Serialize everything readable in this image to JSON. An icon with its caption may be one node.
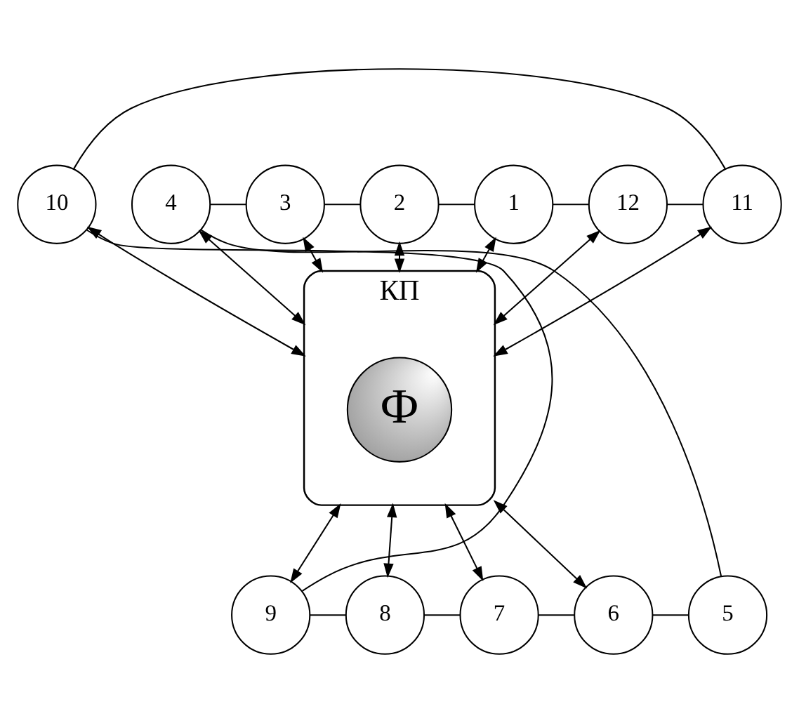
{
  "diagram": {
    "nodes": [
      {
        "text": [
          "КП"
        ]
      },
      {
        "text": [
          "Ф"
        ],
        "in": 0
      },
      {
        "text": [
          "1"
        ]
      },
      {
        "text": [
          "2"
        ]
      },
      {
        "text": [
          "3"
        ]
      },
      {
        "text": [
          "4"
        ]
      },
      {
        "text": [
          "5"
        ]
      },
      {
        "text": [
          "6"
        ]
      },
      {
        "text": [
          "7"
        ]
      },
      {
        "text": [
          "8"
        ]
      },
      {
        "text": [
          "9"
        ]
      },
      {
        "text": [
          "10"
        ]
      },
      {
        "text": [
          "11"
        ]
      },
      {
        "text": [
          "12"
        ]
      }
    ],
    "edges": [
      {
        "from": 2,
        "to": 0,
        "arrow": "both"
      },
      {
        "from": 3,
        "to": 0,
        "arrow": "both"
      },
      {
        "from": 4,
        "to": 0,
        "arrow": "both"
      },
      {
        "from": 0,
        "to": 5,
        "arrow": "both"
      },
      {
        "from": 0,
        "to": 7,
        "arrow": "both"
      },
      {
        "from": 0,
        "to": 8,
        "arrow": "both"
      },
      {
        "from": 0,
        "to": 9,
        "arrow": "both"
      },
      {
        "from": 0,
        "to": 10,
        "arrow": "both"
      },
      {
        "from": 11,
        "to": 0,
        "arrow": "both"
      },
      {
        "from": 12,
        "to": 0,
        "arrow": "both"
      },
      {
        "from": 13,
        "to": 0,
        "arrow": "both"
      },
      {
        "from": 2,
        "to": 3,
        "arrow": "none"
      },
      {
        "from": 3,
        "to": 4,
        "arrow": "none"
      },
      {
        "from": 4,
        "to": 5,
        "arrow": "none"
      },
      {
        "from": 5,
        "to": 6,
        "arrow": "none"
      },
      {
        "from": 6,
        "to": 7,
        "arrow": "none"
      },
      {
        "from": 7,
        "to": 8,
        "arrow": "none"
      },
      {
        "from": 8,
        "to": 9,
        "arrow": "none"
      },
      {
        "from": 9,
        "to": 10,
        "arrow": "none"
      },
      {
        "from": 10,
        "to": 11,
        "arrow": "none"
      },
      {
        "from": 11,
        "to": 12,
        "arrow": "none"
      },
      {
        "from": 12,
        "to": 13,
        "arrow": "none"
      },
      {
        "from": 13,
        "to": 2,
        "arrow": "none"
      }
    ]
  }
}
